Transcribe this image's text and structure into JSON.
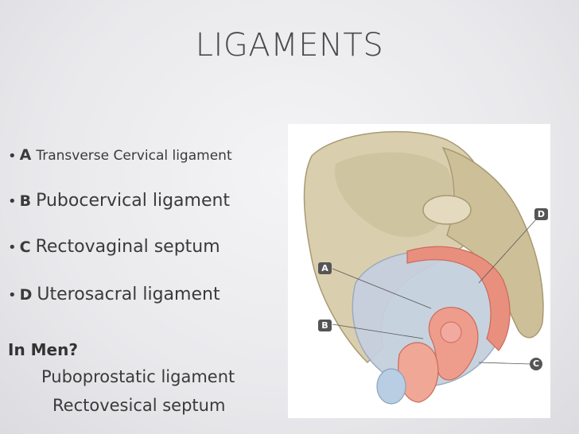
{
  "title": "LIGAMENTS",
  "bullets": [
    {
      "marker": "•",
      "letter": "A",
      "text": "Transverse Cervical ligament"
    },
    {
      "marker": "•",
      "letter": "B",
      "text": "Pubocervical ligament"
    },
    {
      "marker": "•",
      "letter": "C",
      "text": "Rectovaginal septum"
    },
    {
      "marker": "•",
      "letter": "D",
      "text": "Uterosacral ligament"
    }
  ],
  "men": {
    "heading": "In Men?",
    "items": [
      "Puboprostatic ligament",
      "Rectovesical septum"
    ]
  },
  "figure": {
    "labels": {
      "A": "A",
      "B": "B",
      "C": "C",
      "D": "D"
    }
  },
  "colors": {
    "bone": "#d9cfaf",
    "muscle": "#e98f7e",
    "peritoneum": "#c5d0de",
    "text": "#3a3a3a"
  }
}
